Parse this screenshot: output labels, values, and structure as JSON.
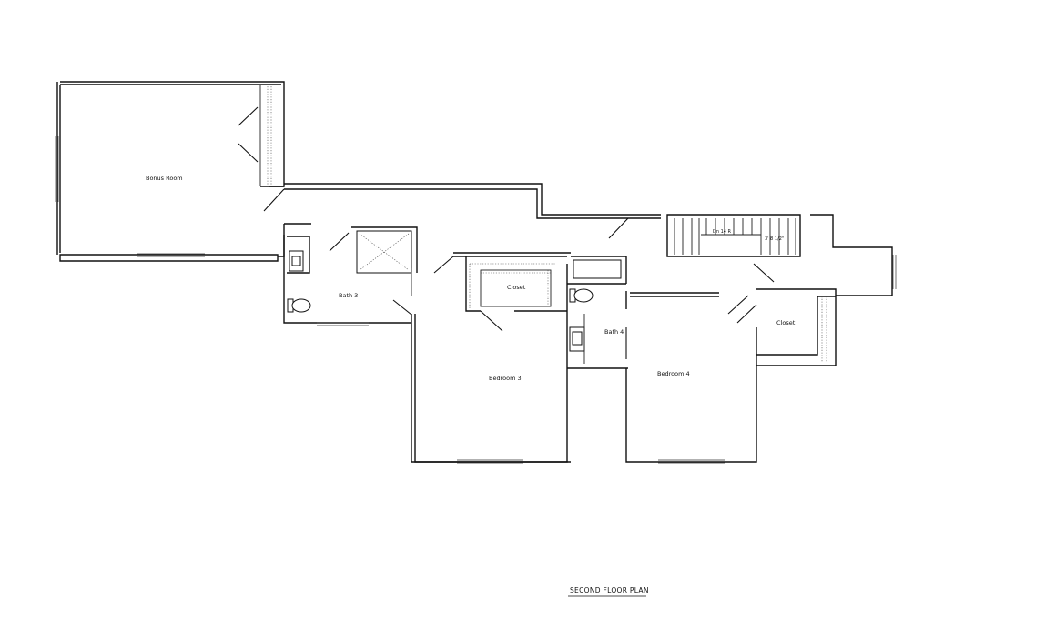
{
  "plan": {
    "title": "SECOND FLOOR PLAN",
    "rooms": {
      "bonus_room": "Bonus Room",
      "bath_3": "Bath 3",
      "closet_left": "Closet",
      "bedroom_3": "Bedroom 3",
      "bath_4": "Bath 4",
      "bedroom_4": "Bedroom 4",
      "closet_right": "Closet"
    },
    "notes": {
      "stair_dn": "Dn 14 R",
      "stair_width": "3' 8 1/2\""
    }
  }
}
